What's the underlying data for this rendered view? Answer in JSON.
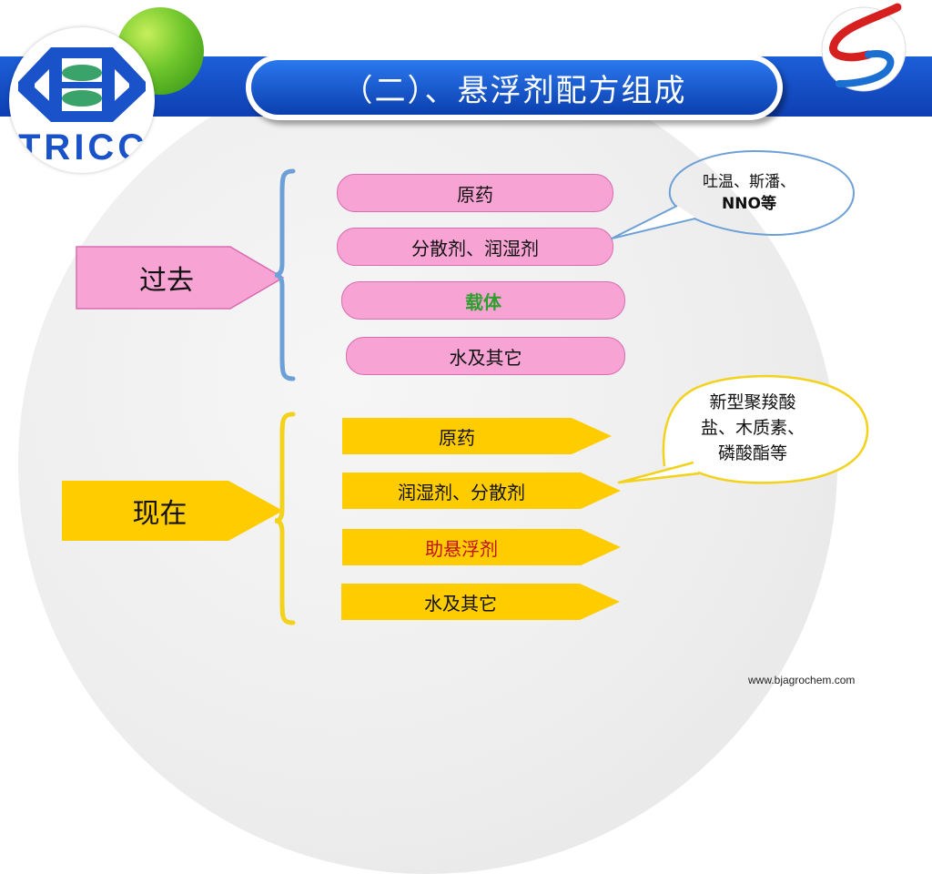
{
  "title": "（二）、悬浮剂配方组成",
  "colors": {
    "brand_blue": "#1a52c9",
    "pink_fill": "#f7a3d3",
    "yellow_fill": "#ffcc00",
    "green_text": "#2e9e2e",
    "red_text": "#c0101a",
    "past_bracket": "#6ea0d8",
    "now_bracket": "#f3d21c"
  },
  "logo_left": {
    "text": "TRICC"
  },
  "past": {
    "label": "过去",
    "items": [
      "原药",
      "分散剂、润湿剂",
      "载体",
      "水及其它"
    ],
    "callout": {
      "line1": "吐温、斯潘、",
      "line2": "NNO等"
    }
  },
  "now": {
    "label": "现在",
    "items": [
      "原药",
      "润湿剂、分散剂",
      "助悬浮剂",
      "水及其它"
    ],
    "callout": {
      "line1": "新型聚羧酸",
      "line2": "盐、木质素、",
      "line3": "磷酸酯等"
    }
  },
  "footer": "www.bjagrochem.com"
}
